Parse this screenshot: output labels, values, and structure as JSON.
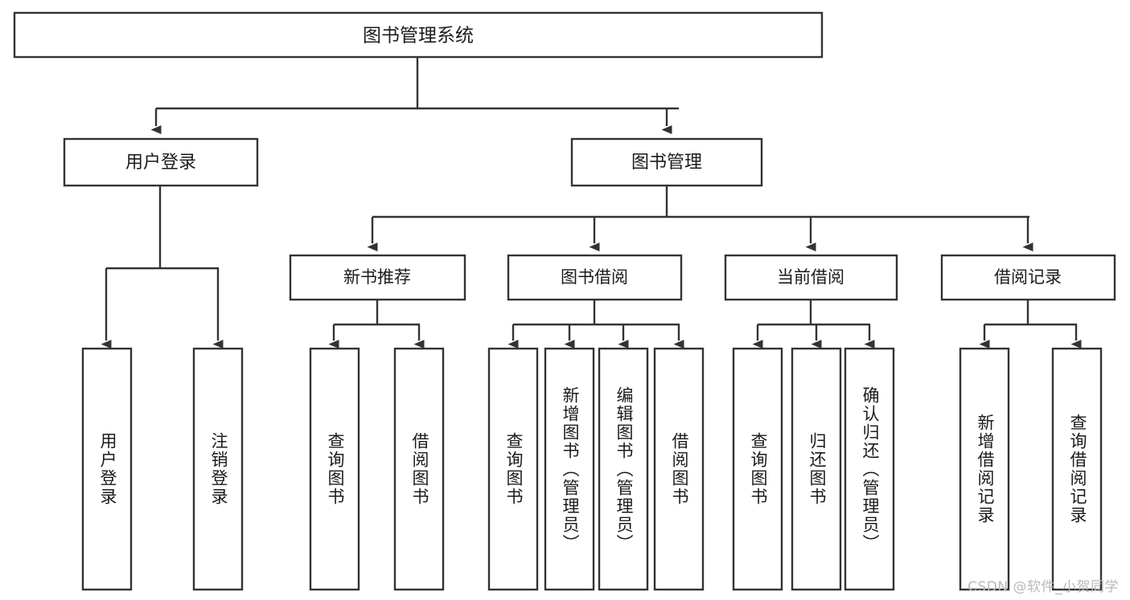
{
  "diagram": {
    "title": "图书管理系统",
    "type": "hierarchy-tree",
    "root": {
      "id": "root",
      "label": "图书管理系统",
      "level": 1
    },
    "level2": [
      {
        "id": "user-login",
        "label": "用户登录",
        "level": 2
      },
      {
        "id": "book-management",
        "label": "图书管理",
        "level": 2
      }
    ],
    "level3": [
      {
        "id": "new-book-recommend",
        "label": "新书推荐",
        "level": 3,
        "parent": "book-management"
      },
      {
        "id": "book-borrow",
        "label": "图书借阅",
        "level": 3,
        "parent": "book-management"
      },
      {
        "id": "current-borrow",
        "label": "当前借阅",
        "level": 3,
        "parent": "book-management"
      },
      {
        "id": "borrow-record",
        "label": "借阅记录",
        "level": 3,
        "parent": "book-management"
      }
    ],
    "leaves": [
      {
        "id": "leaf-user-login",
        "label": "用户登录",
        "parent": "user-login"
      },
      {
        "id": "leaf-logout-login",
        "label": "注销登录",
        "parent": "user-login"
      },
      {
        "id": "leaf-query-book-1",
        "label": "查询图书",
        "parent": "new-book-recommend"
      },
      {
        "id": "leaf-borrow-book-1",
        "label": "借阅图书",
        "parent": "new-book-recommend"
      },
      {
        "id": "leaf-query-book-2",
        "label": "查询图书",
        "parent": "book-borrow"
      },
      {
        "id": "leaf-add-book-admin",
        "label": "新增图书（管理员）",
        "parent": "book-borrow"
      },
      {
        "id": "leaf-edit-book-admin",
        "label": "编辑图书（管理员）",
        "parent": "book-borrow"
      },
      {
        "id": "leaf-borrow-book-2",
        "label": "借阅图书",
        "parent": "book-borrow"
      },
      {
        "id": "leaf-query-book-3",
        "label": "查询图书",
        "parent": "current-borrow"
      },
      {
        "id": "leaf-return-book",
        "label": "归还图书",
        "parent": "current-borrow"
      },
      {
        "id": "leaf-confirm-return-admin",
        "label": "确认归还（管理员）",
        "parent": "current-borrow"
      },
      {
        "id": "leaf-add-borrow-record",
        "label": "新增借阅记录",
        "parent": "borrow-record"
      },
      {
        "id": "leaf-query-borrow-record",
        "label": "查询借阅记录",
        "parent": "borrow-record"
      }
    ]
  },
  "watermark": {
    "text": "CSDN @软件_小贺同学"
  },
  "colors": {
    "border": "#333333",
    "box_fill": "#ffffff",
    "text": "#1b1b1b",
    "watermark": "#b9b9b9",
    "background": "#ffffff"
  }
}
